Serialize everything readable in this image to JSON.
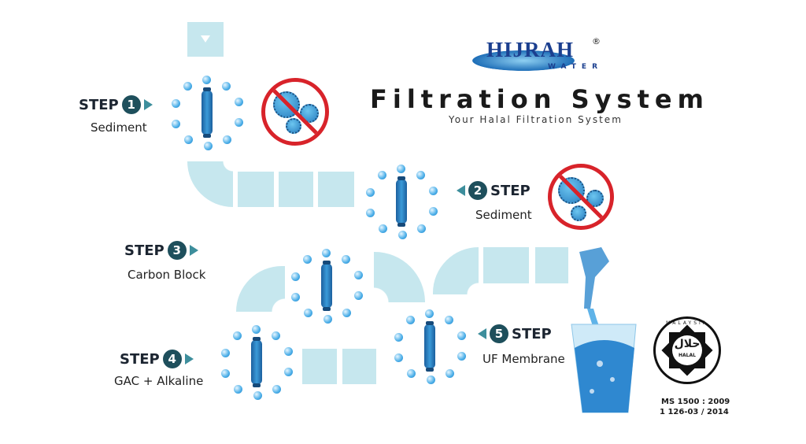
{
  "logo": {
    "brand": "HIJRAH",
    "sub": "WATER",
    "reg": "®"
  },
  "title": "Filtration System",
  "subtitle": "Your Halal Filtration System",
  "steps": [
    {
      "word": "STEP",
      "num": "1",
      "label": "Sediment"
    },
    {
      "word": "STEP",
      "num": "2",
      "label": "Sediment"
    },
    {
      "word": "STEP",
      "num": "3",
      "label": "Carbon Block"
    },
    {
      "word": "STEP",
      "num": "4",
      "label": "GAC + Alkaline"
    },
    {
      "word": "STEP",
      "num": "5",
      "label": "UF Membrane"
    }
  ],
  "halal": {
    "ring": "MALAYSIA",
    "arabic": "حلال",
    "latin": "HALAL",
    "cert1": "MS 1500 : 2009",
    "cert2": "1 126-03 / 2014"
  },
  "colors": {
    "pipe": "#c6e7ee",
    "accent": "#3d8e9c",
    "number": "#1e4f5c",
    "no": "#d8232a"
  }
}
